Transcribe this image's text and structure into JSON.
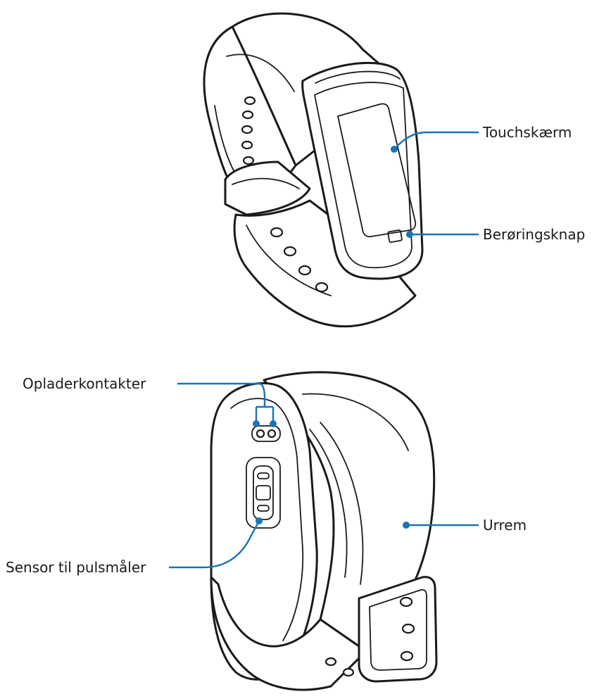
{
  "callouts": {
    "touchscreen": "Touchskærm",
    "touch_key": "Berøringsknap",
    "charger_contacts": "Opladerkontakter",
    "heart_rate_sensor": "Sensor til pulsmåler",
    "strap": "Urrem"
  },
  "colors": {
    "leader": "#1b73b3",
    "outline": "#1a1a1a",
    "background": "#ffffff"
  }
}
